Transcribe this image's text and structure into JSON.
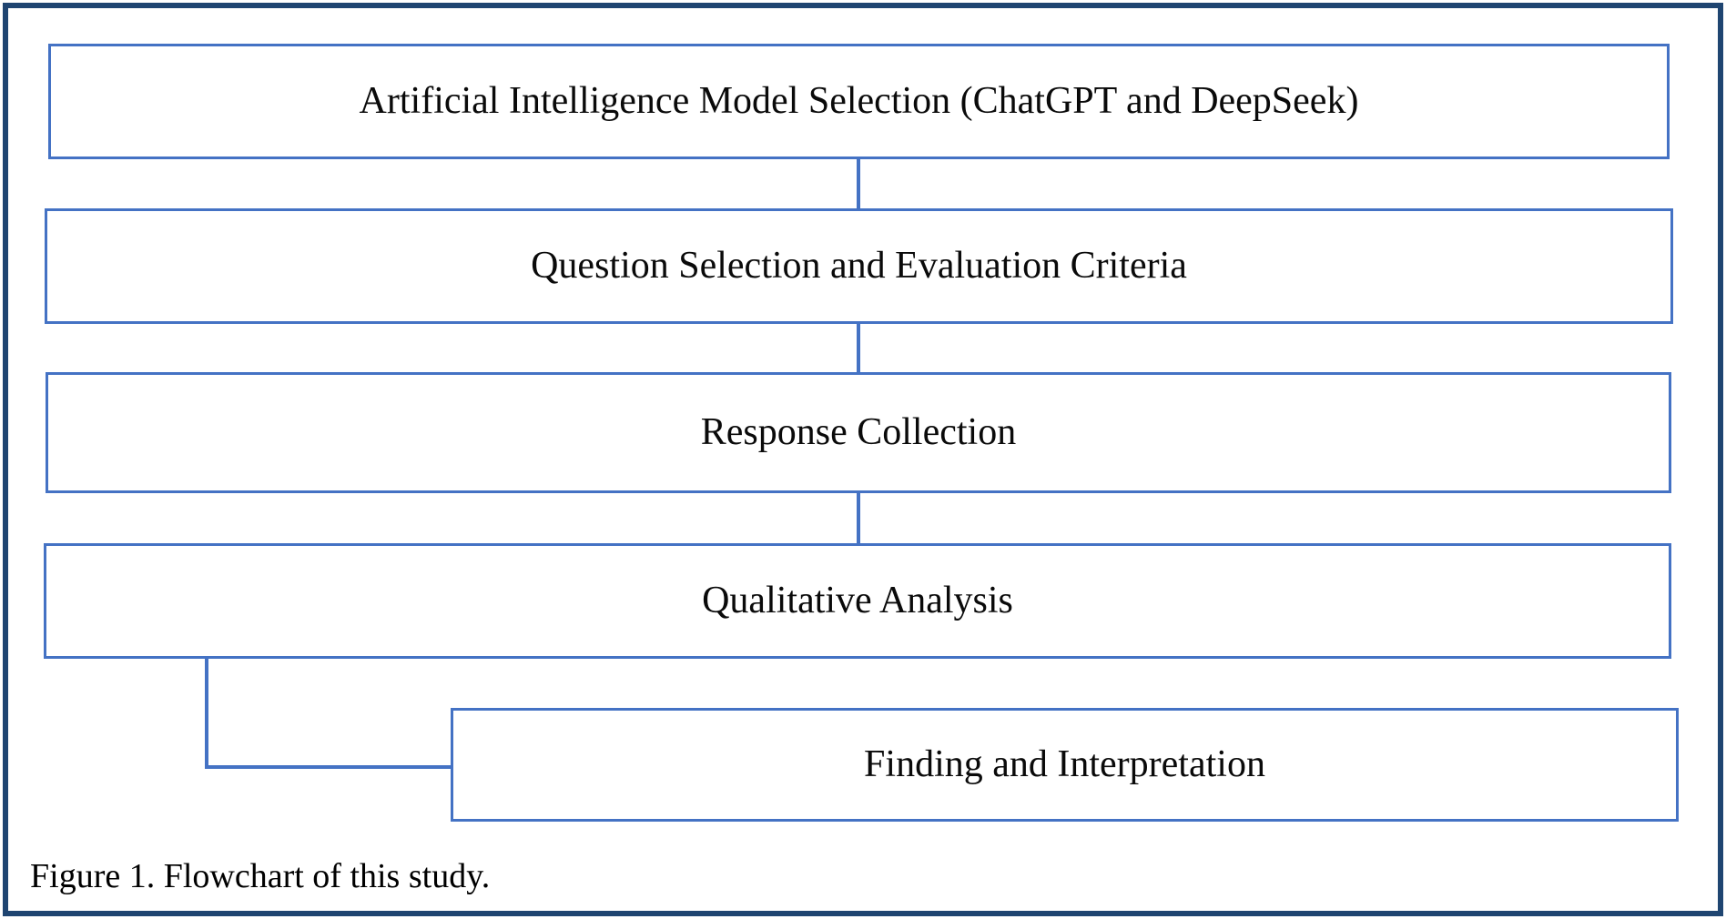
{
  "figure": {
    "caption": "Figure 1. Flowchart of this study.",
    "colors": {
      "box_border": "#4472C4",
      "frame_border": "#1F4571",
      "text": "#000000",
      "background": "#FFFFFF"
    },
    "nodes": [
      {
        "id": "model-selection",
        "label": "Artificial Intelligence Model Selection (ChatGPT and DeepSeek)"
      },
      {
        "id": "question-selection",
        "label": "Question Selection and Evaluation Criteria"
      },
      {
        "id": "response-collection",
        "label": "Response Collection"
      },
      {
        "id": "qualitative-analysis",
        "label": "Qualitative Analysis"
      },
      {
        "id": "finding-interpretation",
        "label": "Finding and Interpretation"
      }
    ],
    "edges": [
      {
        "from": "model-selection",
        "to": "question-selection",
        "style": "straight-vertical"
      },
      {
        "from": "question-selection",
        "to": "response-collection",
        "style": "straight-vertical"
      },
      {
        "from": "response-collection",
        "to": "qualitative-analysis",
        "style": "straight-vertical"
      },
      {
        "from": "qualitative-analysis",
        "to": "finding-interpretation",
        "style": "elbow-down-right"
      }
    ]
  }
}
